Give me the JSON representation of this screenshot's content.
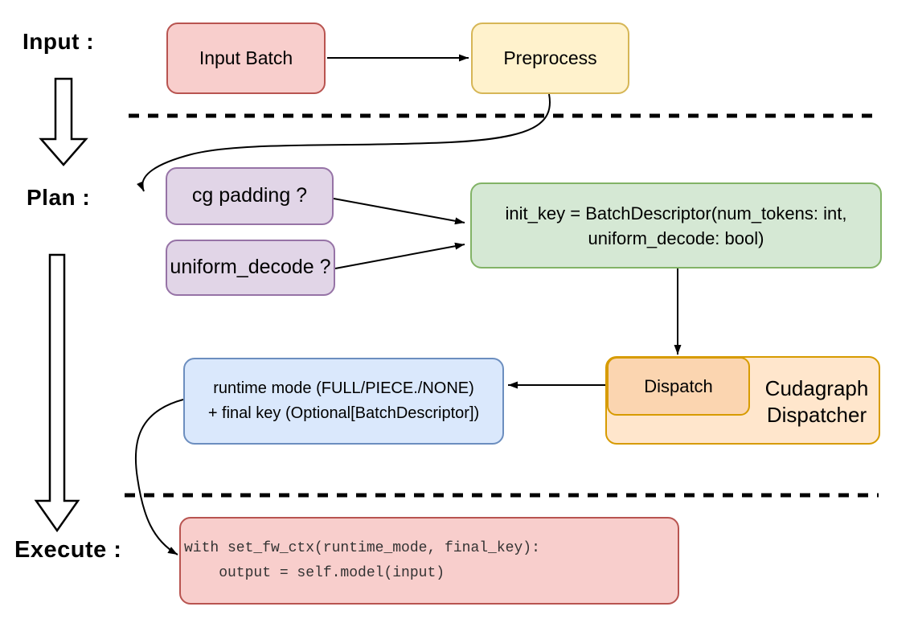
{
  "phases": {
    "input_label": "Input :",
    "plan_label": "Plan :",
    "execute_label": "Execute :"
  },
  "nodes": {
    "input_batch": {
      "label": "Input Batch"
    },
    "preprocess": {
      "label": "Preprocess"
    },
    "cg_padding": {
      "label": "cg padding ?"
    },
    "uniform_decode": {
      "label": "uniform_decode ?"
    },
    "init_key": {
      "lines": [
        "init_key = BatchDescriptor(num_tokens: int,",
        "uniform_decode: bool)"
      ]
    },
    "runtime_mode": {
      "lines": [
        "runtime mode (FULL/PIECE./NONE)",
        "+ final key (Optional[BatchDescriptor])"
      ]
    },
    "dispatch": {
      "label": "Dispatch"
    },
    "cudagraph_dispatcher": {
      "lines": [
        "Cudagraph",
        "Dispatcher"
      ]
    },
    "execute_code": {
      "lines": [
        "with set_fw_ctx(runtime_mode, final_key):",
        "    output = self.model(input)"
      ]
    }
  },
  "colors": {
    "input_batch_fill": "#f8cecc",
    "input_batch_stroke": "#b85450",
    "preprocess_fill": "#fff2cc",
    "preprocess_stroke": "#d6b656",
    "plan_question_fill": "#e1d5e7",
    "plan_question_stroke": "#9673a6",
    "init_key_fill": "#d5e8d4",
    "init_key_stroke": "#82b366",
    "runtime_mode_fill": "#dae8fc",
    "runtime_mode_stroke": "#6c8ebf",
    "dispatcher_fill": "#ffe6cc",
    "dispatch_fill": "#fbd5b0",
    "dispatcher_stroke": "#d79b00",
    "execute_code_fill": "#f8cecc",
    "execute_code_stroke": "#b85450",
    "connector": "#000000"
  }
}
